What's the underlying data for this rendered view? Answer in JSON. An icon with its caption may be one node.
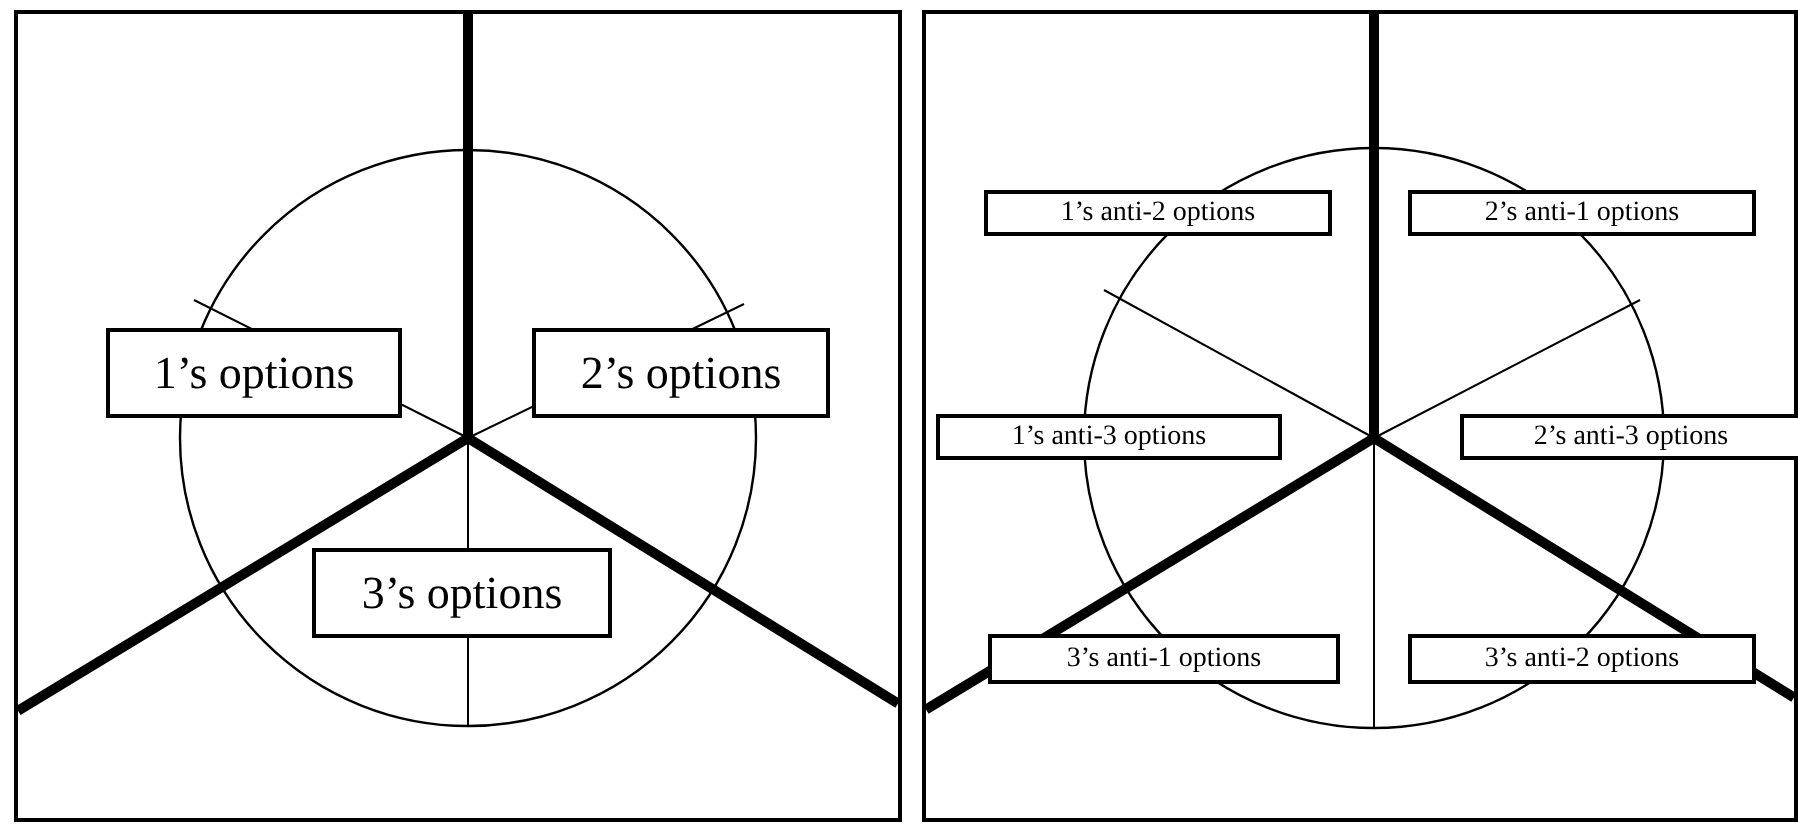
{
  "diagram": {
    "nodes": [
      {
        "text": [],
        "shape": "box"
      },
      {
        "text": [
          "1’s options"
        ],
        "in": 0
      },
      {
        "text": [
          "2’s options"
        ],
        "in": 0
      },
      {
        "text": [
          "3’s options"
        ],
        "in": 0
      },
      {
        "text": [],
        "shape": "box"
      },
      {
        "text": [
          "1’s anti-2 options"
        ],
        "in": 4
      },
      {
        "text": [
          "2’s anti-1 options"
        ],
        "in": 4
      },
      {
        "text": [
          "1’s anti-3 options"
        ],
        "in": 4
      },
      {
        "text": [
          "2’s anti-3 options"
        ],
        "in": 4
      },
      {
        "text": [
          "3’s anti-1 options"
        ],
        "in": 4
      },
      {
        "text": [
          "3’s anti-2 options"
        ],
        "in": 4
      }
    ]
  }
}
